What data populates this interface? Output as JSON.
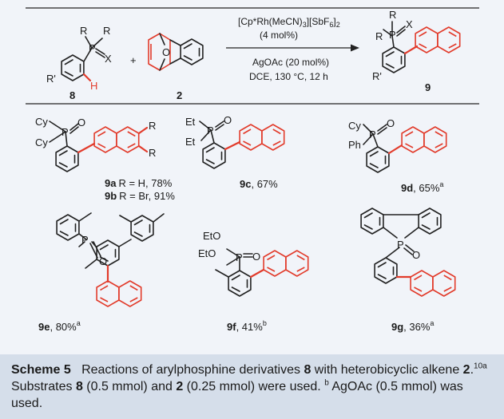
{
  "reaction": {
    "reactant_8": {
      "r_top_left": "R",
      "r_top_right": "R",
      "p": "P",
      "x": "X",
      "r_prime": "R'",
      "h": "H",
      "label": "8"
    },
    "plus": "+",
    "reactant_2": {
      "o": "O",
      "label": "2"
    },
    "conditions": {
      "catalyst_pre": "[Cp*Rh(MeCN)",
      "catalyst_sub1": "3",
      "catalyst_mid": "][SbF",
      "catalyst_sub2": "6",
      "catalyst_close": "]",
      "catalyst_sub3": "2",
      "loading": "(4 mol%)",
      "additive": "AgOAc (20 mol%)",
      "solvent": "DCE, 130 °C, 12 h"
    },
    "product_9": {
      "r_top": "R",
      "r_left": "R",
      "p": "P",
      "x": "X",
      "r_prime": "R'",
      "label": "9"
    }
  },
  "products": [
    {
      "id": "9a",
      "desc": "R = H, 78%",
      "atoms": [
        "Cy",
        "Cy",
        "P",
        "O",
        "R",
        "R"
      ]
    },
    {
      "id": "9b",
      "desc": "R = Br, 91%"
    },
    {
      "id": "9c",
      "desc": ", 67%",
      "atoms": [
        "Et",
        "Et",
        "P",
        "O"
      ]
    },
    {
      "id": "9d",
      "desc": ", 65%",
      "sup": "a",
      "atoms": [
        "Cy",
        "Ph",
        "P",
        "O"
      ]
    },
    {
      "id": "9e",
      "desc": ", 80%",
      "sup": "a",
      "atoms": [
        "P",
        "O"
      ]
    },
    {
      "id": "9f",
      "desc": ", 41%",
      "sup": "b",
      "atoms": [
        "EtO",
        "EtO",
        "P",
        "O"
      ]
    },
    {
      "id": "9g",
      "desc": ", 36%",
      "sup": "a",
      "atoms": [
        "P",
        "O"
      ]
    }
  ],
  "caption": {
    "label": "Scheme 5",
    "t1": "Reactions of arylphosphine derivatives ",
    "b1": "8",
    "t2": " with heterobicyclic alkene ",
    "b2": "2",
    "t3": ".",
    "ref": "10",
    "sup_a": "a",
    "t4": " Substrates ",
    "b3": "8",
    "t5": " (0.5 mmol) and ",
    "b4": "2",
    "t6": " (0.25 mmol) were used. ",
    "sup_b": "b",
    "t7": " AgOAc (0.5 mmol) was used."
  }
}
